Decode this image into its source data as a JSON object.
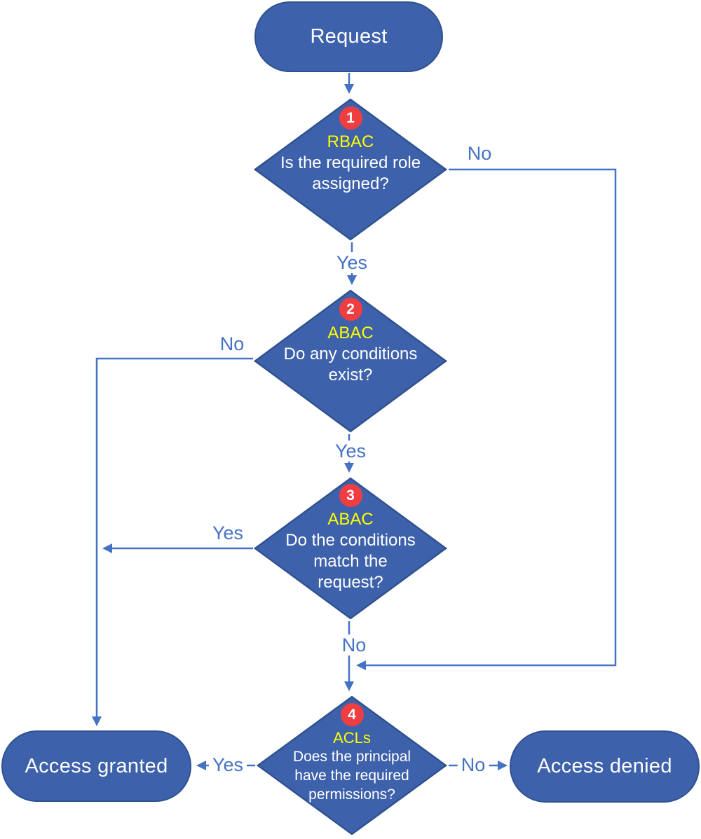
{
  "diagram": {
    "title_implied": "",
    "colors": {
      "node_fill": "#3E61AB",
      "node_border": "#2F528F",
      "connector": "#4472C4",
      "badge_red": "#EF3E42",
      "keyword_yellow": "#FFFF00",
      "node_text": "#FFFFFF",
      "background": "#FFFFFF"
    },
    "start": {
      "label": "Request"
    },
    "decisions": [
      {
        "number": "1",
        "keyword": "RBAC",
        "question": "Is the required role assigned?",
        "question_lines": [
          "Is the required role",
          "assigned?"
        ]
      },
      {
        "number": "2",
        "keyword": "ABAC",
        "question": "Do any conditions exist?",
        "question_lines": [
          "Do any conditions",
          "exist?"
        ]
      },
      {
        "number": "3",
        "keyword": "ABAC",
        "question": "Do the conditions match the request?",
        "question_lines": [
          "Do the conditions",
          "match the",
          "request?"
        ]
      },
      {
        "number": "4",
        "keyword": "ACLs",
        "question": "Does the principal have the required permissions?",
        "question_lines": [
          "Does the principal",
          "have the required",
          "permissions?"
        ]
      }
    ],
    "ends": {
      "granted": {
        "label": "Access granted"
      },
      "denied": {
        "label": "Access denied"
      }
    },
    "edge_labels": {
      "rbac_no": "No",
      "rbac_yes": "Yes",
      "abac_exist_no": "No",
      "abac_exist_yes": "Yes",
      "abac_match_yes": "Yes",
      "abac_match_no": "No",
      "acl_yes": "Yes",
      "acl_no": "No"
    }
  }
}
